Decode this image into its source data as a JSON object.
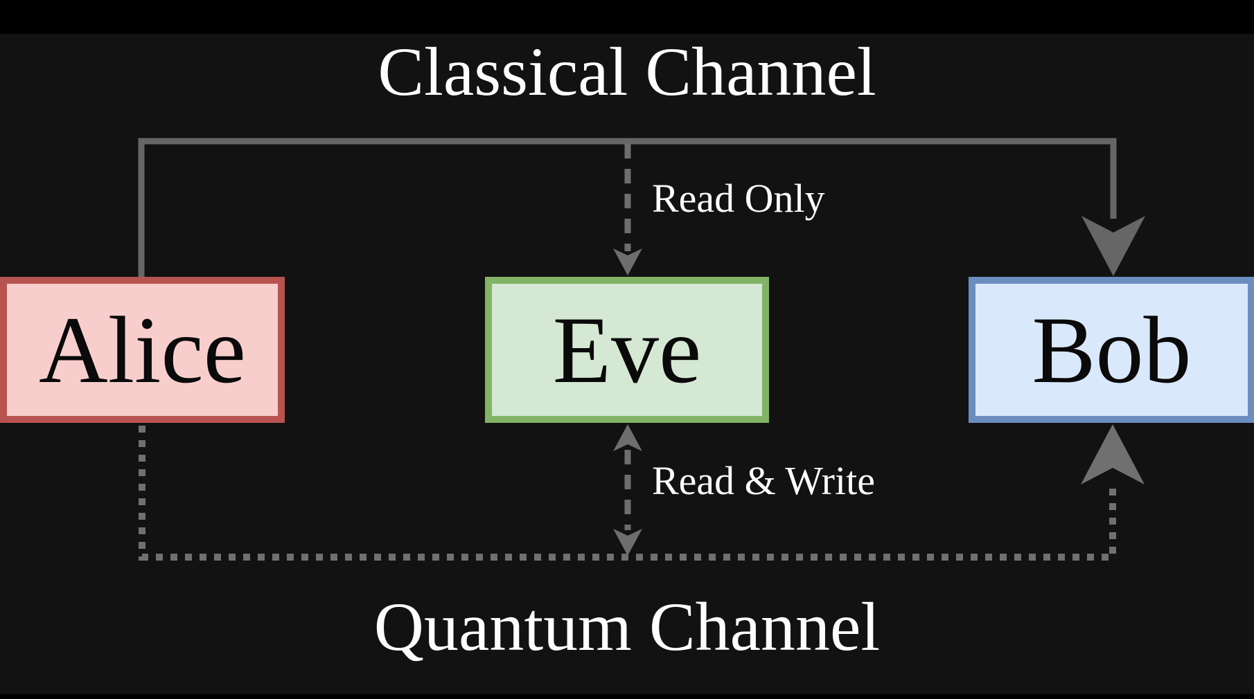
{
  "titles": {
    "classical": "Classical Channel",
    "quantum": "Quantum Channel"
  },
  "nodes": {
    "alice": {
      "label": "Alice",
      "fill": "#f8cecc",
      "stroke": "#b85450"
    },
    "eve": {
      "label": "Eve",
      "fill": "#d5e8d4",
      "stroke": "#82b366"
    },
    "bob": {
      "label": "Bob",
      "fill": "#dae8fc",
      "stroke": "#6c8ebf"
    }
  },
  "edge_labels": {
    "read_only": "Read Only",
    "read_write": "Read & Write"
  },
  "edges": {
    "classical": {
      "from": "Alice",
      "to": "Bob",
      "style": "solid",
      "arrow": "into Bob top"
    },
    "quantum": {
      "from": "Alice",
      "to": "Bob",
      "style": "dotted",
      "arrow": "into Bob bottom"
    },
    "eve_classical_tap": {
      "label": "Read Only",
      "style": "dashed",
      "arrow": "into Eve top"
    },
    "eve_quantum_tap": {
      "label": "Read & Write",
      "style": "dashed",
      "arrow": "both ends"
    }
  },
  "colors": {
    "background": "#121212",
    "letterbox": "#000000",
    "connector_gray": "#666666",
    "dashed_gray": "#6e6e6e",
    "dotted_gray": "#707070",
    "title_text": "#fdfdfd",
    "node_text": "#0a0a0a"
  }
}
